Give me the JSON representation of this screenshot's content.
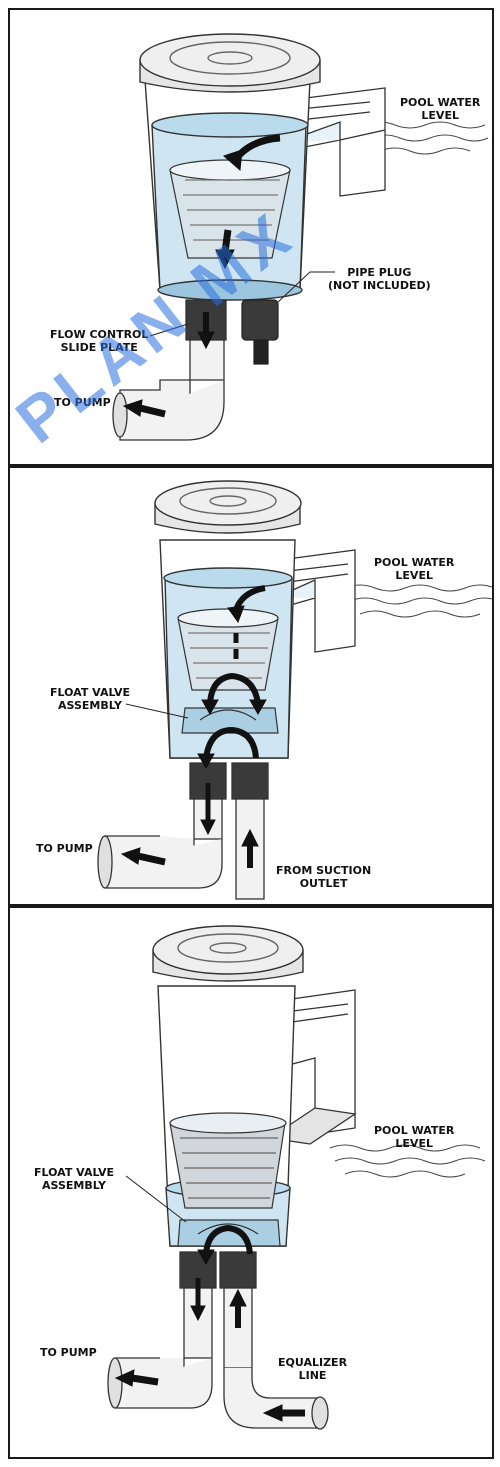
{
  "colors": {
    "water": "#cfe6f2",
    "water_dark": "#9cc6de",
    "pipe": "#f2f2f2",
    "fitting": "#3a3a3a",
    "arrow": "#111111",
    "outline": "#333333",
    "watermark": "#2e6fdc"
  },
  "panels": [
    {
      "labels": {
        "pool_water": "POOL WATER\nLEVEL",
        "pipe_plug": "PIPE PLUG\n(NOT INCLUDED)",
        "flow_control": "FLOW CONTROL\nSLIDE PLATE",
        "to_pump": "TO PUMP"
      }
    },
    {
      "labels": {
        "pool_water": "POOL WATER\nLEVEL",
        "float_valve": "FLOAT VALVE\nASSEMBLY",
        "to_pump": "TO PUMP",
        "from_suction": "FROM SUCTION\nOUTLET"
      }
    },
    {
      "labels": {
        "pool_water": "POOL WATER\nLEVEL",
        "float_valve": "FLOAT VALVE\nASSEMBLY",
        "to_pump": "TO PUMP",
        "equalizer": "EQUALIZER\nLINE"
      }
    }
  ],
  "watermark": "PLAN MX",
  "icons": [
    "skimmer-lid-icon",
    "basket-icon",
    "flow-arrow-icon",
    "pipe-elbow-icon",
    "wave-icon"
  ]
}
